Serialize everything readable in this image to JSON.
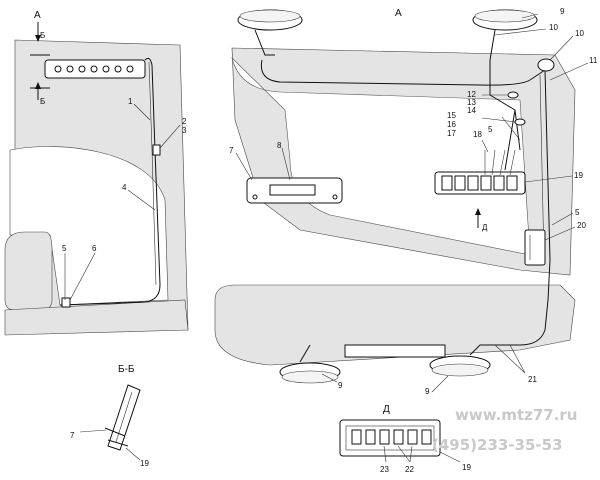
{
  "views": {
    "view_a_marker": "А",
    "section_marker_top": "Б",
    "section_marker_bottom": "Б",
    "section_title": "Б-Б",
    "view_d_marker": "Д",
    "view_d_title": "Д"
  },
  "callouts": {
    "c1": "1",
    "c2": "2",
    "c3": "3",
    "c4": "4",
    "c5_left": "5",
    "c6": "6",
    "c7_bb": "7",
    "c19_bb": "19",
    "c9_top": "9",
    "c10_a": "10",
    "c10_b": "10",
    "c11": "11",
    "c12": "12",
    "c13": "13",
    "c14": "14",
    "c15": "15",
    "c16": "16",
    "c17": "17",
    "c5_top": "5",
    "c18": "18",
    "c7_a": "7",
    "c8": "8",
    "c19_a": "19",
    "c5_right": "5",
    "c20": "20",
    "c9_bottom_left": "9",
    "c9_bottom_right": "9",
    "c21": "21",
    "c23": "23",
    "c22": "22",
    "c19_d": "19"
  },
  "watermark": {
    "url": "www.mtz77.ru",
    "phone": "(495)233-35-53"
  }
}
